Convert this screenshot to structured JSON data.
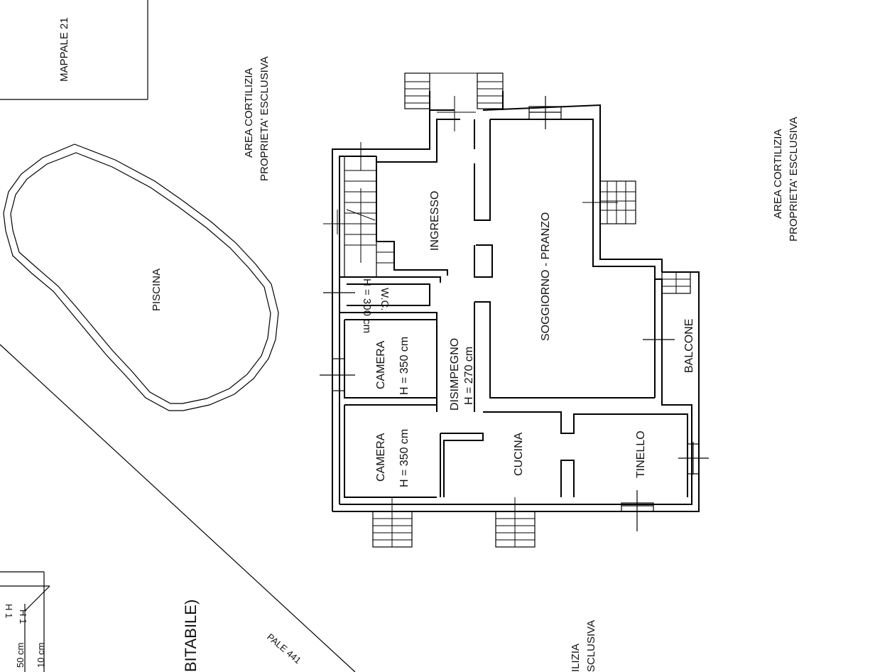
{
  "labels": {
    "mappale_top": "MAPPALE 21",
    "area_left_1": "AREA CORTILIZIA",
    "area_left_2": "PROPRIETA' ESCLUSIVA",
    "area_right_1": "AREA CORTILIZIA",
    "area_right_2": "PROPRIETA' ESCLUSIVA",
    "piscina": "PISCINA",
    "ingresso": "INGRESSO",
    "soggiorno": "SOGGIORNO - PRANZO",
    "wc_1": "W.C.",
    "wc_2": "H = 300 cm",
    "camera1_1": "CAMERA",
    "camera1_2": "H = 350 cm",
    "camera2_1": "CAMERA",
    "camera2_2": "H = 350 cm",
    "disimpegno_1": "DISIMPEGNO",
    "disimpegno_2": "H = 270 cm",
    "cucina": "CUCINA",
    "tinello": "TINELLO",
    "balcone": "BALCONE",
    "bitabile": "BITABILE)",
    "pale441": "PALE 441",
    "ilizia_1": "ILIZIA",
    "ilizia_2": "SCLUSIVA",
    "legend_1": "50 cm",
    "legend_2": "10 cm",
    "legend_3": "H 1",
    "legend_4": "H 1"
  }
}
